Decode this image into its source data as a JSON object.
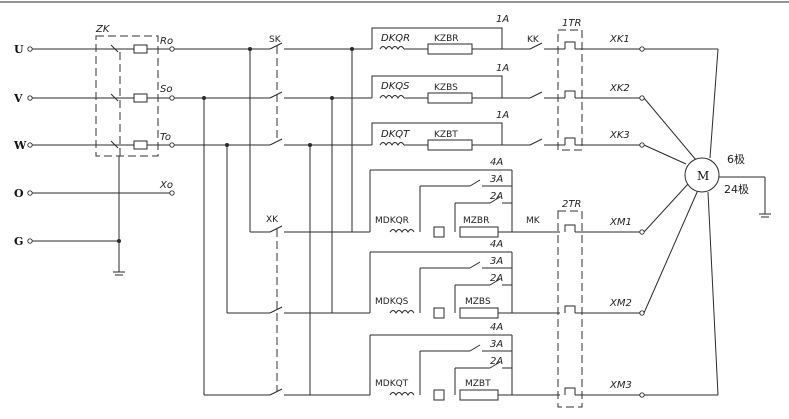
{
  "phases": [
    "U",
    "V",
    "W",
    "O",
    "G"
  ],
  "zk_label": "ZK",
  "zk_outputs": [
    "Ro",
    "So",
    "To",
    "Xo"
  ],
  "switches": {
    "sk": "SK",
    "xk": "XK",
    "kk": "KK",
    "mk": "MK"
  },
  "relays": {
    "tr1": "1TR",
    "tr2": "2TR"
  },
  "high_speed": [
    {
      "inductor": "DKQR",
      "resistor": "KZBR",
      "current": "1A",
      "output": "XK1"
    },
    {
      "inductor": "DKQS",
      "resistor": "KZBS",
      "current": "1A",
      "output": "XK2"
    },
    {
      "inductor": "DKQT",
      "resistor": "KZBT",
      "current": "1A",
      "output": "XK3"
    }
  ],
  "low_speed": [
    {
      "inductor": "MDKQR",
      "resistor": "MZBR",
      "taps": [
        "4A",
        "3A",
        "2A"
      ],
      "output": "XM1"
    },
    {
      "inductor": "MDKQS",
      "resistor": "MZBS",
      "taps": [
        "4A",
        "3A",
        "2A"
      ],
      "output": "XM2"
    },
    {
      "inductor": "MDKQT",
      "resistor": "MZBT",
      "taps": [
        "4A",
        "3A",
        "2A"
      ],
      "output": "XM3"
    }
  ],
  "motor": {
    "symbol": "M",
    "pole_high": "6极",
    "pole_low": "24极"
  }
}
